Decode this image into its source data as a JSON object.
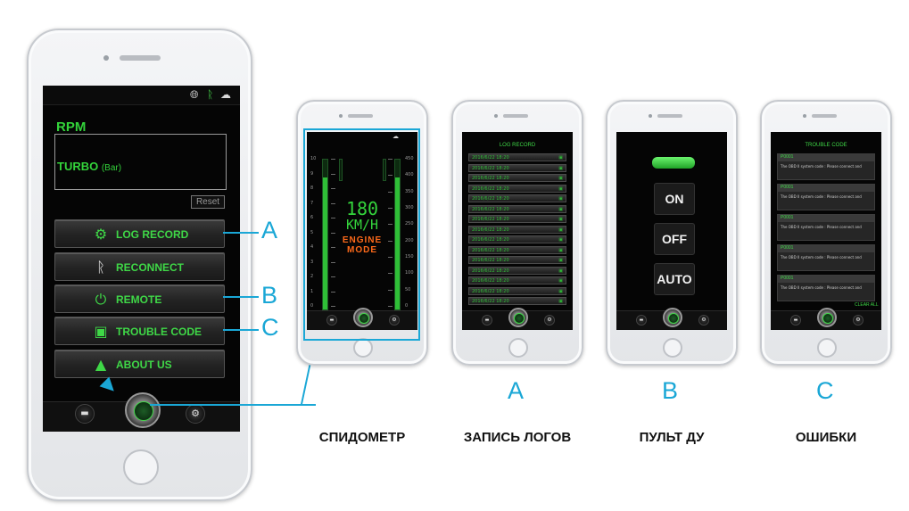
{
  "main_phone": {
    "status_icons": [
      "globe-icon",
      "bluetooth-icon",
      "cloud-icon"
    ],
    "gauges": {
      "rpm_label": "RPM",
      "turbo_label": "TURBO",
      "turbo_unit": "(Bar)",
      "reset_label": "Reset"
    },
    "menu": [
      {
        "label": "LOG RECORD",
        "icon": "engine-log-icon",
        "marker": "A"
      },
      {
        "label": "RECONNECT",
        "icon": "bluetooth-icon",
        "marker": ""
      },
      {
        "label": "REMOTE",
        "icon": "power-icon",
        "marker": "B"
      },
      {
        "label": "TROUBLE CODE",
        "icon": "engine-icon",
        "marker": "C"
      },
      {
        "label": "ABOUT US",
        "icon": "logo-icon",
        "marker": ""
      }
    ]
  },
  "screens": {
    "speedometer": {
      "speed_value": "180",
      "speed_unit": "KM/H",
      "mode_line1": "ENGINE",
      "mode_line2": "MODE",
      "left_scale": [
        "10",
        "9",
        "8",
        "7",
        "6",
        "5",
        "4",
        "3",
        "2",
        "1",
        "0"
      ],
      "right_scale": [
        "450",
        "400",
        "350",
        "300",
        "250",
        "200",
        "150",
        "100",
        "50",
        "0"
      ],
      "caption": "СПИДОМЕТР"
    },
    "log_record": {
      "header": "LOG RECORD",
      "rows": [
        "2016/6/22 18:20",
        "2016/6/22 18:20",
        "2016/6/22 18:20",
        "2016/6/22 18:20",
        "2016/6/22 18:20",
        "2016/6/22 18:20",
        "2016/6/22 18:20",
        "2016/6/22 18:20",
        "2016/6/22 18:20",
        "2016/6/22 18:20",
        "2016/6/22 18:20",
        "2016/6/22 18:20",
        "2016/6/22 18:20",
        "2016/6/22 18:20",
        "2016/6/22 18:20"
      ],
      "marker": "A",
      "caption": "ЗАПИСЬ ЛОГОВ"
    },
    "remote": {
      "buttons": [
        "ON",
        "OFF",
        "AUTO"
      ],
      "marker": "B",
      "caption": "ПУЛЬТ ДУ"
    },
    "trouble_code": {
      "header": "TROUBLE CODE",
      "cards": [
        {
          "code": "P0001",
          "desc": "The OBD II system code : Please connect and"
        },
        {
          "code": "P0001",
          "desc": "The OBD II system code : Please connect and"
        },
        {
          "code": "P0001",
          "desc": "The OBD II system code : Please connect and"
        },
        {
          "code": "P0001",
          "desc": "The OBD II system code : Please connect and"
        },
        {
          "code": "P0001",
          "desc": "The OBD II system code : Please connect and"
        }
      ],
      "clear_label": "CLEAR ALL",
      "marker": "C",
      "caption": "ОШИБКИ"
    }
  },
  "colors": {
    "accent_green": "#3fd847",
    "connector_blue": "#1aa7d6",
    "engine_mode_orange": "#ff6a1a"
  }
}
